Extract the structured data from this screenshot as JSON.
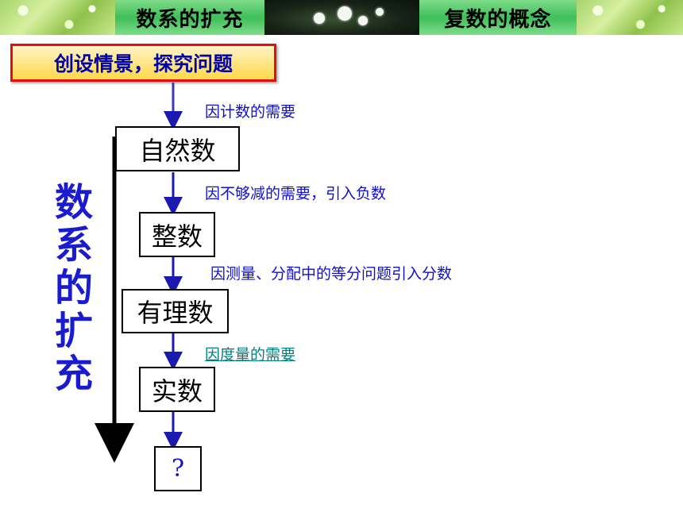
{
  "header": {
    "left_label": "数系的扩充",
    "right_label": "复数的概念"
  },
  "scenario": {
    "title": "创设情景，探究问题"
  },
  "flow": {
    "boxes": [
      "自然数",
      "整数",
      "有理数",
      "实数",
      "?"
    ],
    "notes": [
      "因计数的需要",
      "因不够减的需要，引入负数",
      "因测量、分配中的等分问题引入分数",
      "因度量的需要"
    ]
  },
  "side_title": [
    "数",
    "系",
    "的",
    "扩",
    "充"
  ]
}
